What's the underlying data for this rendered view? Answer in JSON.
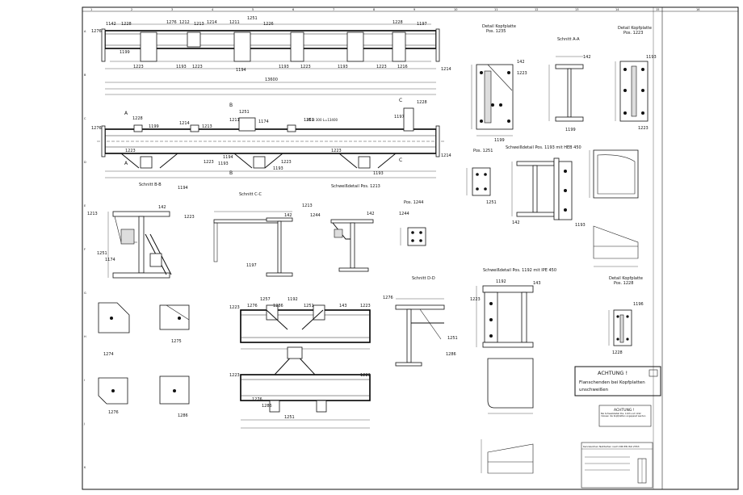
{
  "sheet": {
    "col_markers": [
      "1",
      "2",
      "3",
      "4",
      "5",
      "6",
      "7",
      "8",
      "9",
      "10",
      "11",
      "12",
      "13",
      "14",
      "15",
      "16"
    ],
    "row_markers": [
      "A",
      "B",
      "C",
      "D",
      "E",
      "F",
      "G",
      "H",
      "I",
      "J",
      "K"
    ]
  },
  "elevation": {
    "top_positions": [
      "1142",
      "1228",
      "1212",
      "1213",
      "1214",
      "1211",
      "1226",
      "1251",
      "1228",
      "1197",
      "1276"
    ],
    "bottom_positions": [
      "1199",
      "1223",
      "1193",
      "1223",
      "1194",
      "1193",
      "1223",
      "1193",
      "1223",
      "1216"
    ],
    "side_labels": [
      "1276",
      "1214"
    ]
  },
  "plan": {
    "overall_dim": "13600",
    "positions_top": [
      "1228",
      "1199",
      "1214",
      "1213",
      "1211",
      "1251",
      "1174",
      "1251",
      "1197",
      "1228"
    ],
    "positions_bottom": [
      "1223",
      "1223",
      "1194",
      "1193",
      "1223",
      "1193",
      "1223",
      "1193"
    ],
    "left_labels": [
      "1276"
    ],
    "right_labels": [
      "1214"
    ],
    "section_marks": [
      "A",
      "A",
      "B",
      "B",
      "C",
      "C"
    ],
    "profile_label": "HE-B 300 L=13400"
  },
  "views": {
    "detail_1235": {
      "title": "Detail Kopfplatte",
      "sub": "Pos. 1235",
      "labels": [
        "142",
        "1223",
        "1199"
      ]
    },
    "section_aa": {
      "title": "Schnitt A-A",
      "labels": [
        "142",
        "1199"
      ]
    },
    "detail_1223": {
      "title": "Detail Kopfplatte",
      "sub": "Pos. 1223",
      "labels": [
        "1193",
        "1223"
      ]
    },
    "pos_1251": {
      "title": "Pos. 1251",
      "labels": [
        "1251"
      ]
    },
    "weld_1193": {
      "title": "Schweißdetail Pos. 1193 mit HEB 450",
      "labels": [
        "142",
        "1193"
      ]
    },
    "section_bb": {
      "title": "Schnitt B-B",
      "labels": [
        "1194",
        "142",
        "1223",
        "1251",
        "1174",
        "1213"
      ]
    },
    "section_cc": {
      "title": "Schnitt C-C",
      "labels": [
        "142",
        "1197"
      ]
    },
    "weld_1213": {
      "title": "Schweißdetail Pos. 1213",
      "labels": [
        "1213",
        "1244",
        "142"
      ]
    },
    "pos_1244": {
      "title": "Pos. 1244",
      "labels": [
        "1244"
      ]
    },
    "section_dd": {
      "title": "Schnitt D-D",
      "labels": [
        "1276",
        "1251",
        "1286"
      ]
    },
    "weld_1192": {
      "title": "Schweißdetail Pos. 1192 mit IPE 450",
      "labels": [
        "1192",
        "143",
        "1223"
      ]
    },
    "detail_1228": {
      "title": "Detail Kopfplatte",
      "sub": "Pos. 1228",
      "labels": [
        "1196",
        "1228"
      ]
    },
    "mid_top_labels": [
      "1223",
      "1276",
      "1257",
      "1286",
      "1192",
      "1251",
      "143",
      "1223"
    ],
    "mid_bottom_labels": [
      "1223",
      "1276",
      "1286",
      "1251",
      "1223"
    ],
    "plates_left": [
      "1274",
      "1275",
      "1276",
      "1286"
    ]
  },
  "notes": {
    "achtung_title": "ACHTUNG !",
    "achtung_line1": "Flanschenden bei Kopfplatten",
    "achtung_line2": "unschweißen",
    "achtung_small_title": "ACHTUNG !",
    "achtung_small_text": "Bei Schweißdetail Pos. 1193 und 1192 müssen die Kopfplatten angepasst werden",
    "legend_heading": "Kennzeichen Nahtarten nach DIN EN ISO 2553"
  }
}
